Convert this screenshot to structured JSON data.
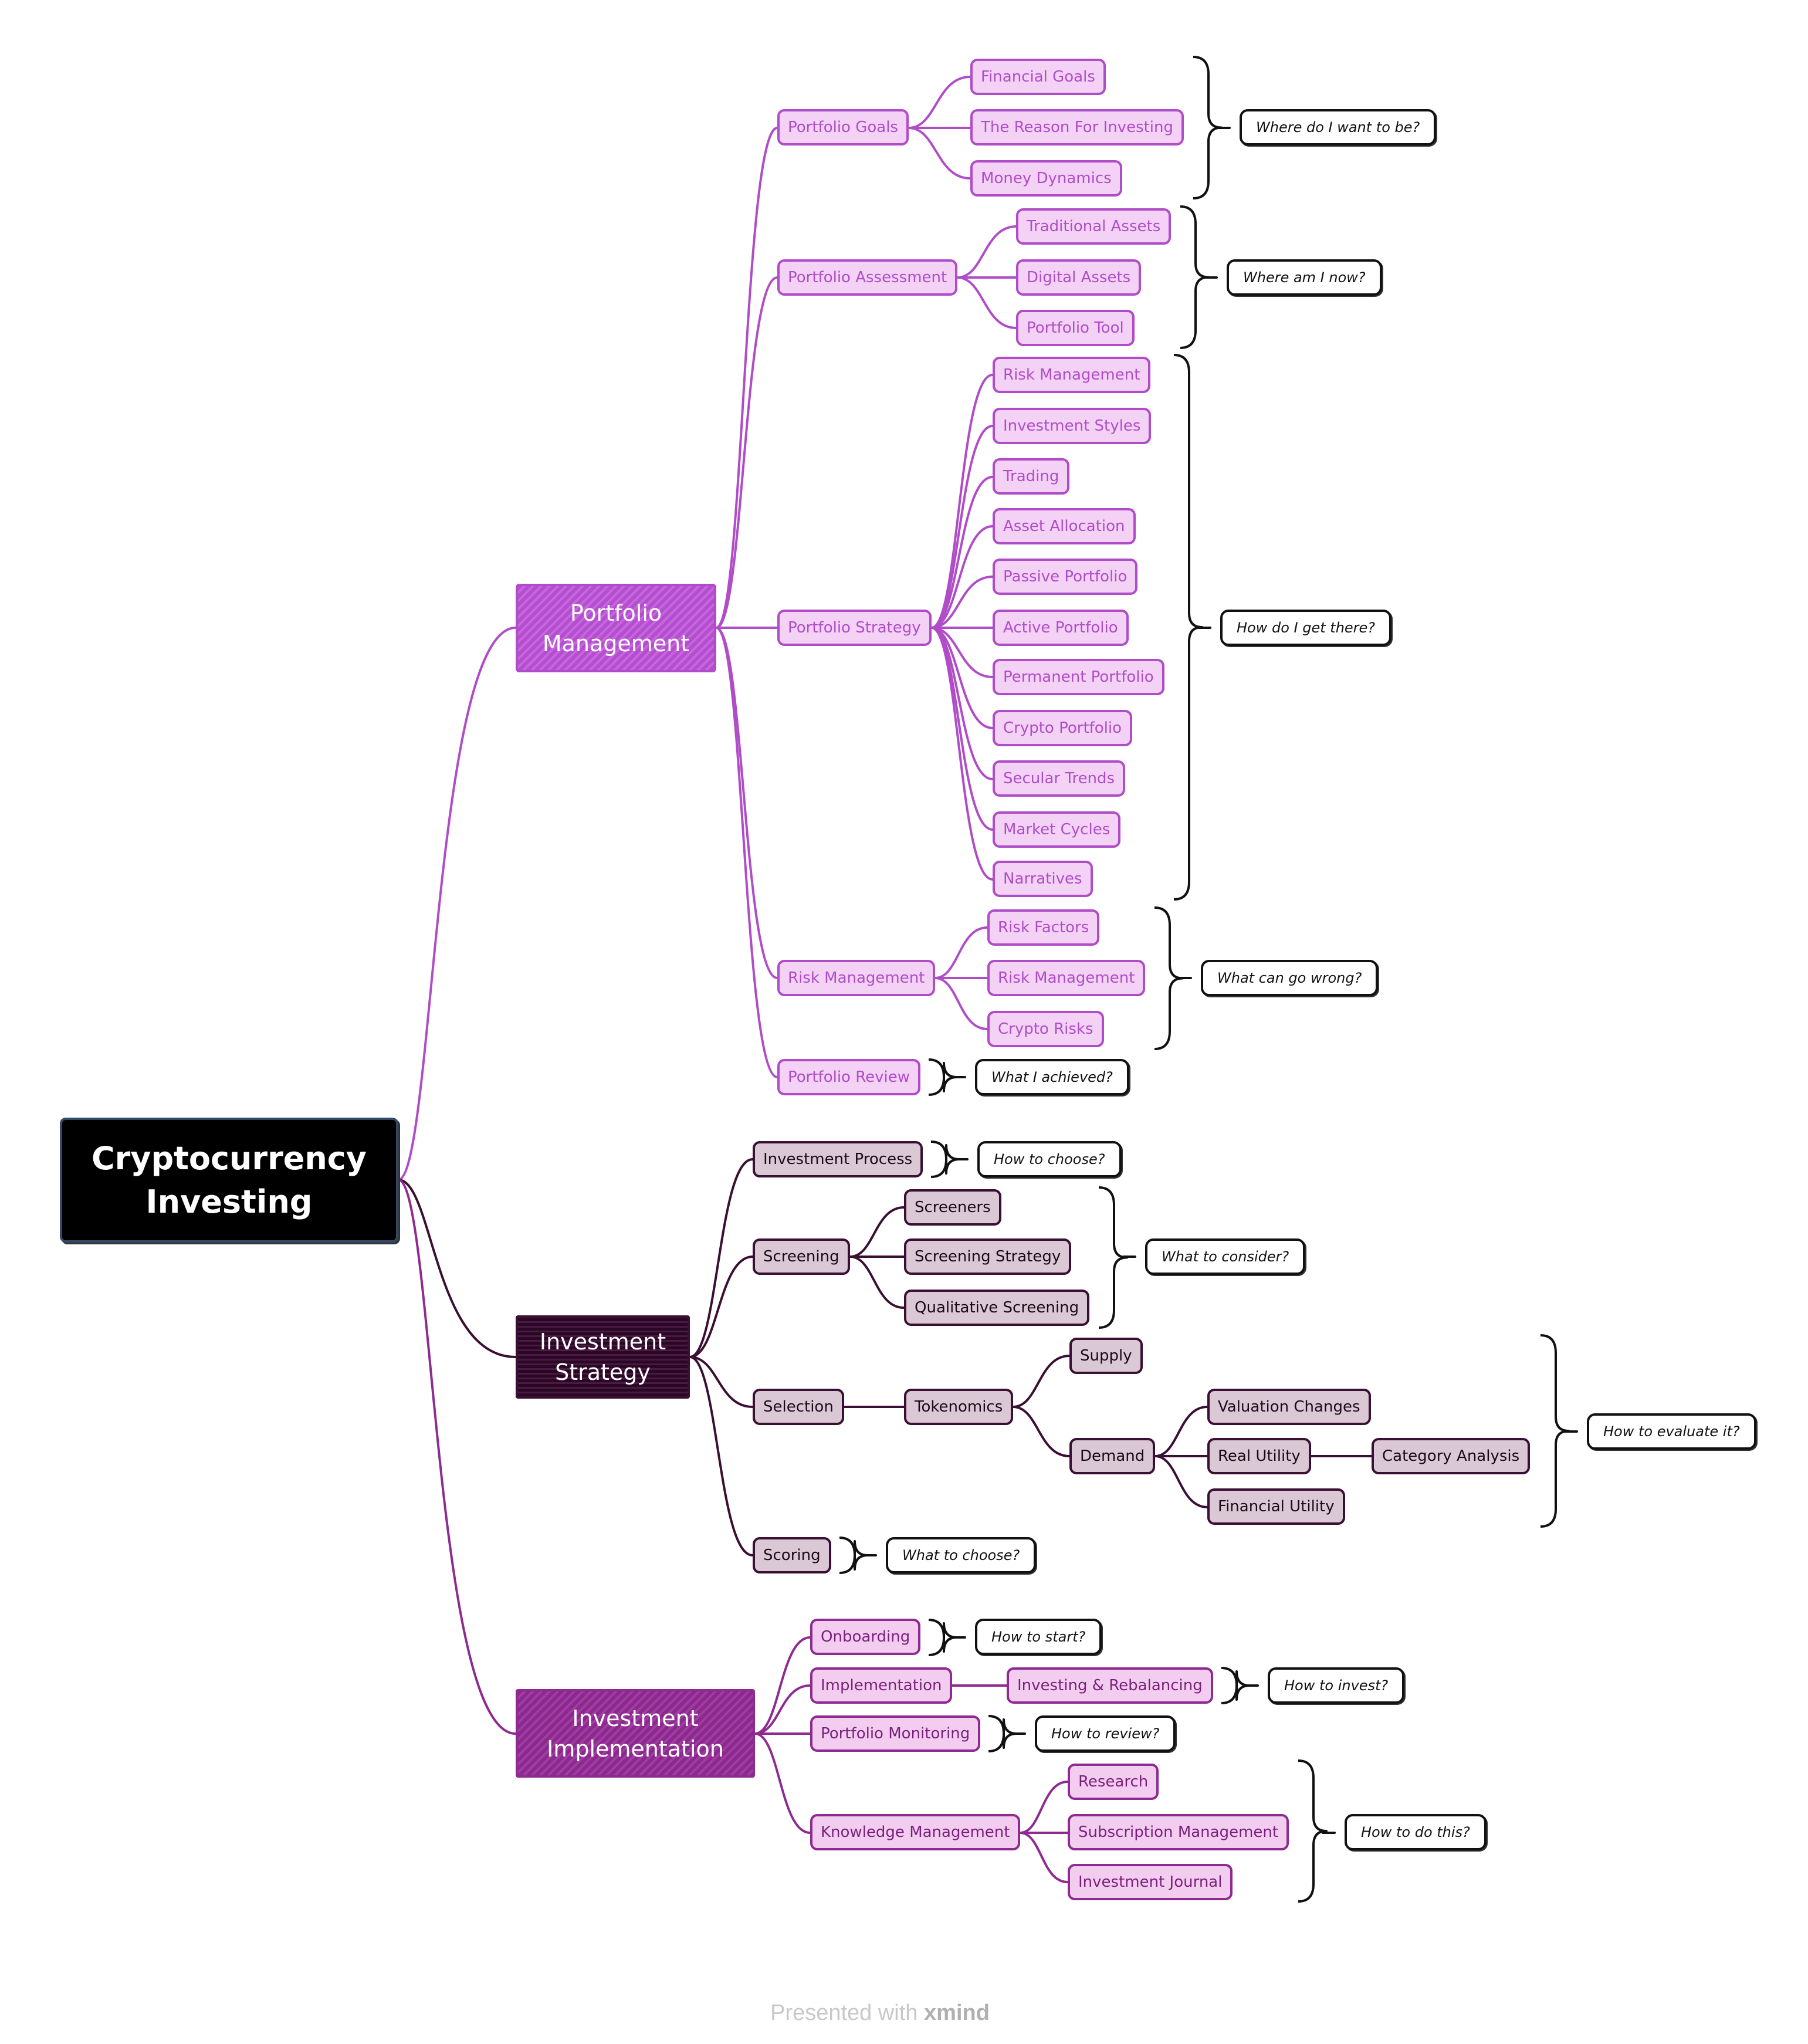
{
  "colors": {
    "portfolio": "#b04cc8",
    "portfolio_fill": "#f3d2f6",
    "strategy": "#3a0f33",
    "strategy_fill": "#dac8d4",
    "implementation": "#8e2a90",
    "implementation_fill": "#f3cdef",
    "question_border": "#111111"
  },
  "root": {
    "label": "Cryptocurrency Investing"
  },
  "branches": [
    {
      "label": "Portfolio Management",
      "children": [
        {
          "label": "Portfolio Goals",
          "children": [
            "Financial Goals",
            "The Reason For Investing",
            "Money Dynamics"
          ],
          "question": "Where do I want to be?"
        },
        {
          "label": "Portfolio Assessment",
          "children": [
            "Traditional Assets",
            "Digital Assets",
            "Portfolio Tool"
          ],
          "question": "Where am I now?"
        },
        {
          "label": "Portfolio Strategy",
          "children": [
            "Risk Management",
            "Investment Styles",
            "Trading",
            "Asset Allocation",
            "Passive Portfolio",
            "Active Portfolio",
            "Permanent Portfolio",
            "Crypto Portfolio",
            "Secular Trends",
            "Market Cycles",
            "Narratives"
          ],
          "question": "How do I get there?"
        },
        {
          "label": "Risk Management",
          "children": [
            "Risk Factors",
            "Risk Management",
            "Crypto Risks"
          ],
          "question": "What can go wrong?"
        },
        {
          "label": "Portfolio Review",
          "question": "What I achieved?"
        }
      ]
    },
    {
      "label": "Investment Strategy",
      "children": [
        {
          "label": "Investment Process",
          "question": "How to choose?"
        },
        {
          "label": "Screening",
          "children": [
            "Screeners",
            "Screening Strategy",
            "Qualitative Screening"
          ],
          "question": "What to consider?"
        },
        {
          "label": "Selection",
          "tokenomics": {
            "label": "Tokenomics",
            "supply": "Supply",
            "demand": "Demand",
            "demand_children": [
              "Valuation Changes",
              "Real Utility",
              "Financial Utility"
            ],
            "category": "Category Analysis"
          },
          "question": "How to evaluate it?"
        },
        {
          "label": "Scoring",
          "question": "What to choose?"
        }
      ]
    },
    {
      "label": "Investment Implementation",
      "children": [
        {
          "label": "Onboarding",
          "question": "How to start?"
        },
        {
          "label": "Implementation",
          "child": "Investing & Rebalancing",
          "question": "How to invest?"
        },
        {
          "label": "Portfolio Monitoring",
          "question": "How to review?"
        },
        {
          "label": "Knowledge Management",
          "children": [
            "Research",
            "Subscription Management",
            "Investment Journal"
          ],
          "question": "How to do this?"
        }
      ]
    }
  ],
  "footer": {
    "prefix": "Presented with",
    "brand": "xmind"
  }
}
